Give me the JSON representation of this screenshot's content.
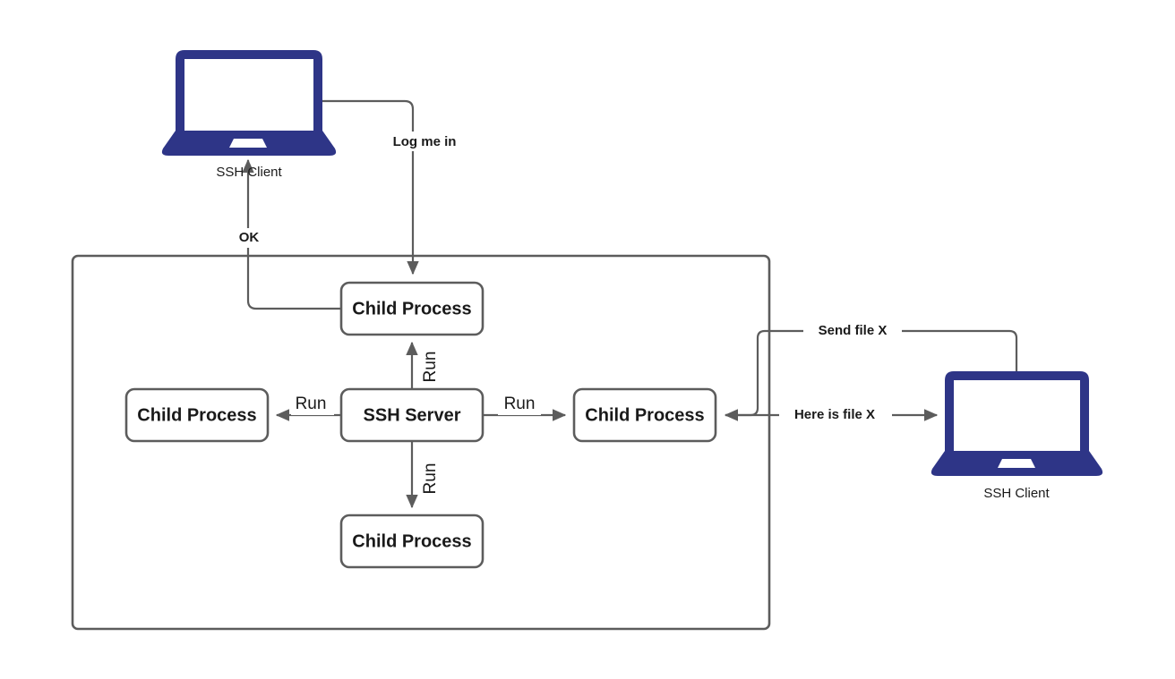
{
  "diagram": {
    "title": "SSH Server process model",
    "colors": {
      "device_blue": "#2e3587",
      "stroke_gray": "#5c5c5c",
      "text_dark": "#1a1a1a",
      "background": "#ffffff"
    },
    "container": {
      "name": "ssh-server-host-boundary"
    },
    "nodes": {
      "ssh_server": "SSH Server",
      "child_top": "Child Process",
      "child_left": "Child Process",
      "child_right": "Child Process",
      "child_bottom": "Child Process"
    },
    "devices": {
      "client_top_left": "SSH Client",
      "client_right": "SSH Client"
    },
    "edges": {
      "log_me_in": "Log me in",
      "ok": "OK",
      "run_top": "Run",
      "run_left": "Run",
      "run_right": "Run",
      "run_bottom": "Run",
      "send_file": "Send file X",
      "here_is_file": "Here is file X"
    }
  }
}
